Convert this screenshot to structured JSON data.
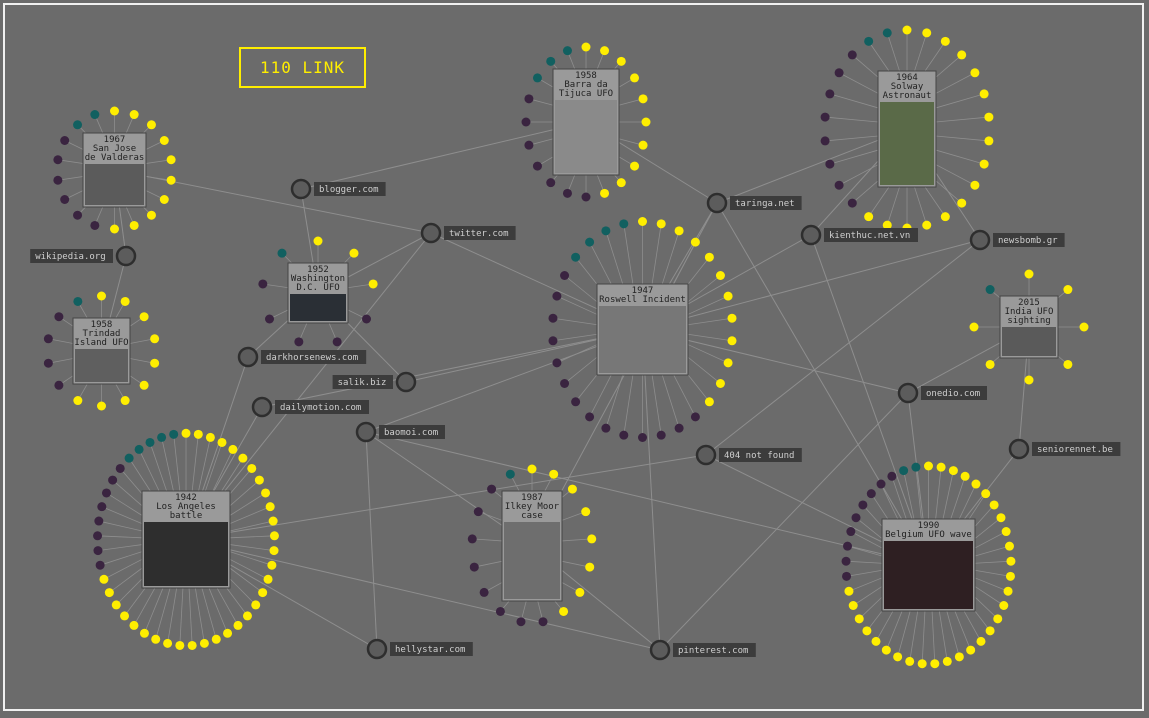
{
  "header": {
    "link_count": "110 LINK"
  },
  "colors": {
    "background": "#6b6b6b",
    "accent": "#ffee00",
    "edge": "#8e8e8e",
    "dot_yellow": "#ffee00",
    "dot_purple": "#3a2440",
    "dot_teal": "#116060",
    "site_label_bg": "#3c3c3c",
    "site_label_text": "#cfcfcf"
  },
  "cases": [
    {
      "id": "sanjose",
      "lines": [
        "1967",
        "San Jose",
        "de Valderas"
      ]
    },
    {
      "id": "trindad",
      "lines": [
        "1958",
        "Trindad",
        "Island UFO"
      ]
    },
    {
      "id": "washington",
      "lines": [
        "1952",
        "Washington",
        "D.C. UFO"
      ]
    },
    {
      "id": "losangeles",
      "lines": [
        "1942",
        "Los Angeles",
        "battle"
      ]
    },
    {
      "id": "barra",
      "lines": [
        "1958",
        "Barra da",
        "Tijuca UFO"
      ]
    },
    {
      "id": "roswell",
      "lines": [
        "1947",
        "Roswell Incident"
      ]
    },
    {
      "id": "ilkey",
      "lines": [
        "1987",
        "Ilkey Moor",
        "case"
      ]
    },
    {
      "id": "solway",
      "lines": [
        "1964",
        "Solway",
        "Astronaut"
      ]
    },
    {
      "id": "india",
      "lines": [
        "2015",
        "India UFO",
        "sighting"
      ]
    },
    {
      "id": "belgium",
      "lines": [
        "1990",
        "Belgium UFO wave"
      ]
    }
  ],
  "sites": [
    {
      "id": "blogger",
      "label": "blogger.com"
    },
    {
      "id": "twitter",
      "label": "twitter.com"
    },
    {
      "id": "wikipedia",
      "label": "wikipedia.org"
    },
    {
      "id": "darkhorse",
      "label": "darkhorsenews.com"
    },
    {
      "id": "salik",
      "label": "salik.biz"
    },
    {
      "id": "dailymotion",
      "label": "dailymotion.com"
    },
    {
      "id": "baomoi",
      "label": "baomoi.com"
    },
    {
      "id": "taringa",
      "label": "taringa.net"
    },
    {
      "id": "kienthuc",
      "label": "kienthuc.net.vn"
    },
    {
      "id": "newsbomb",
      "label": "newsbomb.gr"
    },
    {
      "id": "onedio",
      "label": "onedio.com"
    },
    {
      "id": "notfound",
      "label": "404 not found"
    },
    {
      "id": "seniorennet",
      "label": "seniorennet.be"
    },
    {
      "id": "hellystar",
      "label": "hellystar.com"
    },
    {
      "id": "pinterest",
      "label": "pinterest.com"
    }
  ],
  "edges": [
    [
      "sanjose",
      "twitter"
    ],
    [
      "sanjose",
      "wikipedia"
    ],
    [
      "trindad",
      "wikipedia"
    ],
    [
      "washington",
      "blogger"
    ],
    [
      "washington",
      "twitter"
    ],
    [
      "washington",
      "salik"
    ],
    [
      "washington",
      "darkhorse"
    ],
    [
      "losangeles",
      "darkhorse"
    ],
    [
      "losangeles",
      "dailymotion"
    ],
    [
      "losangeles",
      "hellystar"
    ],
    [
      "losangeles",
      "pinterest"
    ],
    [
      "losangeles",
      "twitter"
    ],
    [
      "losangeles",
      "notfound"
    ],
    [
      "barra",
      "blogger"
    ],
    [
      "barra",
      "taringa"
    ],
    [
      "roswell",
      "twitter"
    ],
    [
      "roswell",
      "taringa"
    ],
    [
      "roswell",
      "kienthuc"
    ],
    [
      "roswell",
      "newsbomb"
    ],
    [
      "roswell",
      "onedio"
    ],
    [
      "roswell",
      "salik"
    ],
    [
      "roswell",
      "baomoi"
    ],
    [
      "roswell",
      "pinterest"
    ],
    [
      "roswell",
      "dailymotion"
    ],
    [
      "ilkey",
      "baomoi"
    ],
    [
      "ilkey",
      "pinterest"
    ],
    [
      "ilkey",
      "taringa"
    ],
    [
      "solway",
      "taringa"
    ],
    [
      "solway",
      "kienthuc"
    ],
    [
      "solway",
      "newsbomb"
    ],
    [
      "india",
      "onedio"
    ],
    [
      "india",
      "seniorennet"
    ],
    [
      "belgium",
      "taringa"
    ],
    [
      "belgium",
      "kienthuc"
    ],
    [
      "belgium",
      "onedio"
    ],
    [
      "belgium",
      "seniorennet"
    ],
    [
      "belgium",
      "baomoi"
    ],
    [
      "belgium",
      "notfound"
    ],
    [
      "pinterest",
      "onedio"
    ],
    [
      "notfound",
      "newsbomb"
    ],
    [
      "hellystar",
      "baomoi"
    ]
  ]
}
